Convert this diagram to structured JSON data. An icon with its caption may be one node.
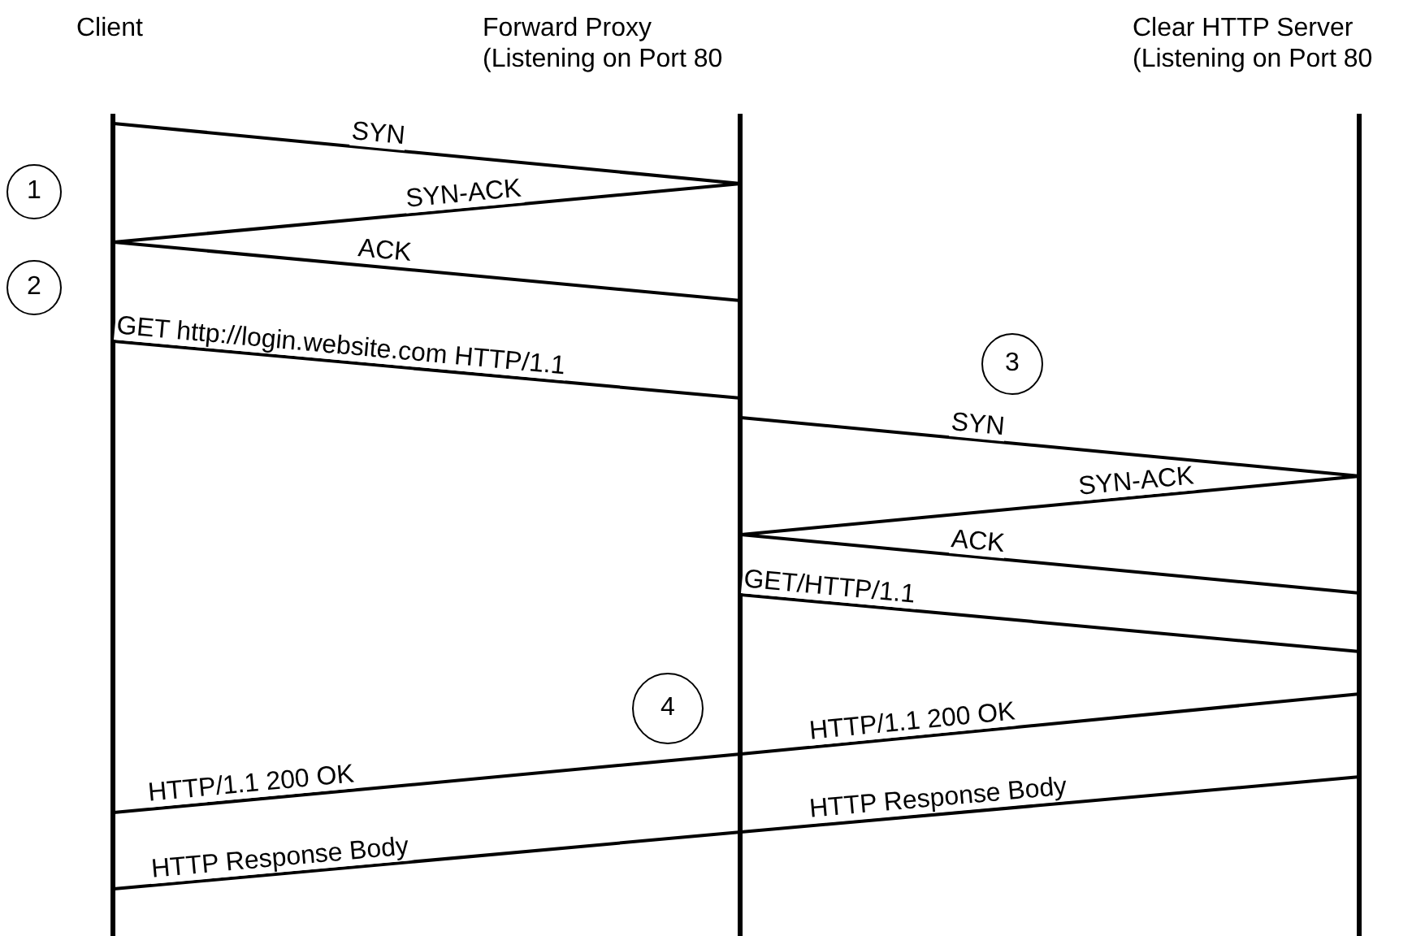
{
  "diagram": {
    "nodes": [
      {
        "text": [
          "Client"
        ]
      },
      {
        "text": [
          "Forward Proxy",
          "(Listening on Port 80"
        ]
      },
      {
        "text": [
          "Clear HTTP Server",
          "(Listening on Port 80"
        ]
      },
      {
        "text": [
          "1"
        ]
      },
      {
        "text": [
          "2"
        ]
      },
      {
        "text": [
          "3"
        ]
      },
      {
        "text": [
          "4"
        ]
      }
    ],
    "edges": [
      {
        "from": 0,
        "to": 1,
        "arrow": "none",
        "label": "SYN"
      },
      {
        "from": 1,
        "to": 0,
        "arrow": "none",
        "label": "SYN-ACK"
      },
      {
        "from": 0,
        "to": 1,
        "arrow": "none",
        "label": "ACK"
      },
      {
        "from": 0,
        "to": 1,
        "arrow": "none",
        "label": "GET http://login.website.com HTTP/1.1"
      },
      {
        "from": 1,
        "to": 2,
        "arrow": "none",
        "label": "SYN"
      },
      {
        "from": 2,
        "to": 1,
        "arrow": "none",
        "label": "SYN-ACK"
      },
      {
        "from": 1,
        "to": 2,
        "arrow": "none",
        "label": "ACK"
      },
      {
        "from": 1,
        "to": 2,
        "arrow": "none",
        "label": "GET/HTTP/1.1"
      },
      {
        "from": 2,
        "to": 1,
        "arrow": "none",
        "label": "HTTP/1.1 200 OK"
      },
      {
        "from": 1,
        "to": 0,
        "arrow": "none",
        "label": "HTTP/1.1 200 OK"
      },
      {
        "from": 2,
        "to": 1,
        "arrow": "none",
        "label": "HTTP Response Body"
      },
      {
        "from": 1,
        "to": 0,
        "arrow": "none",
        "label": "HTTP Response Body"
      }
    ]
  }
}
